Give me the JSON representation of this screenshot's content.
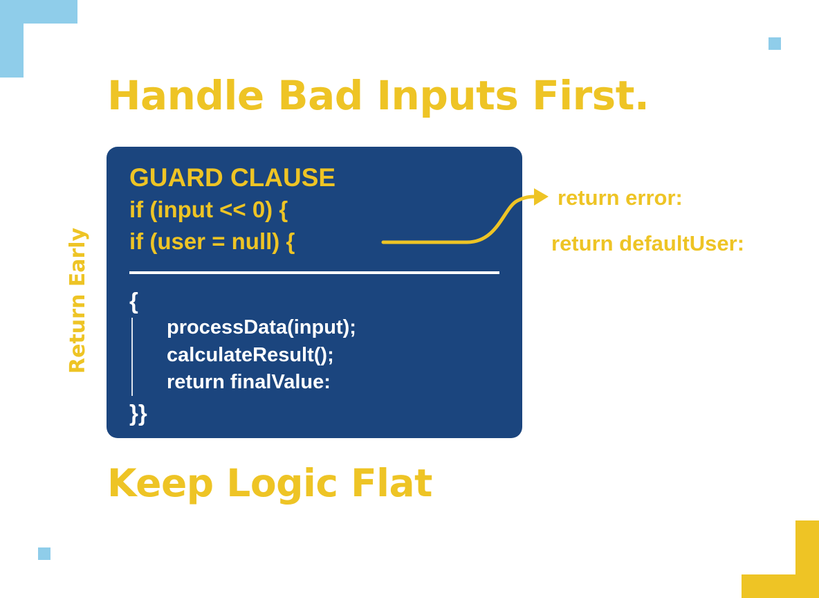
{
  "colors": {
    "accent_yellow": "#EEC425",
    "panel_blue": "#1B457E",
    "decor_blue": "#8FCDEA",
    "code_white": "#FFFFFF",
    "background": "#FFFFFF"
  },
  "headline_top": "Handle Bad Inputs First.",
  "headline_bottom": "Keep Logic Flat",
  "side_label": "Return Early",
  "panel": {
    "title": "GUARD CLAUSE",
    "guard_lines": [
      "if (input << 0) {",
      "if (user = null) {"
    ],
    "open_brace": "{",
    "body_lines": [
      "processData(input);",
      "calculateResult();",
      "return finalValue:"
    ],
    "close_brace": "}}"
  },
  "returns": {
    "error": "return error:",
    "default_user": "return defaultUser:"
  },
  "icons": {
    "arrow": "arrow-right-curve-icon"
  }
}
